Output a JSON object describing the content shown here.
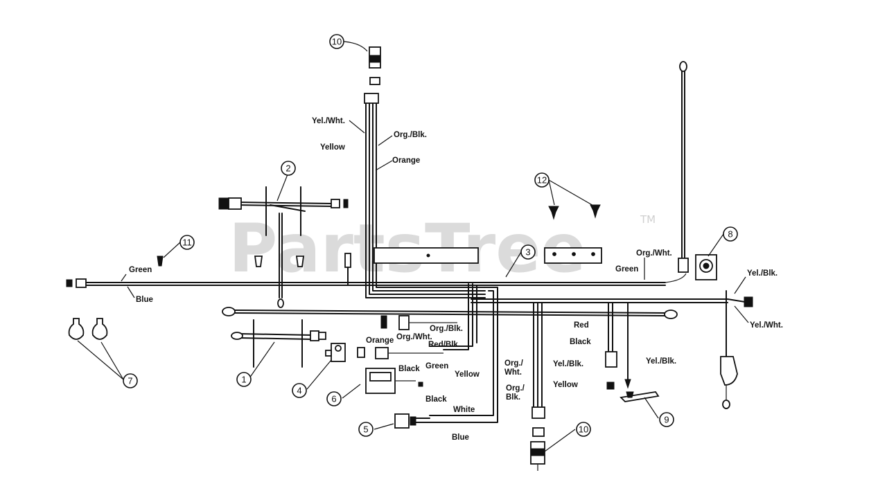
{
  "watermark": {
    "text": "PartsTree",
    "tm": "TM"
  },
  "callouts": [
    {
      "id": "c10top",
      "num": "10"
    },
    {
      "id": "c2",
      "num": "2"
    },
    {
      "id": "c11",
      "num": "11"
    },
    {
      "id": "c12",
      "num": "12"
    },
    {
      "id": "c3",
      "num": "3"
    },
    {
      "id": "c8",
      "num": "8"
    },
    {
      "id": "c1",
      "num": "1"
    },
    {
      "id": "c4",
      "num": "4"
    },
    {
      "id": "c6",
      "num": "6"
    },
    {
      "id": "c7",
      "num": "7"
    },
    {
      "id": "c5",
      "num": "5"
    },
    {
      "id": "c10bot",
      "num": "10"
    },
    {
      "id": "c9",
      "num": "9"
    }
  ],
  "wire_labels": {
    "yel_wht_top": "Yel./Wht.",
    "org_blk_top": "Org./Blk.",
    "yellow_top": "Yellow",
    "orange_top": "Orange",
    "green_left": "Green",
    "blue_left": "Blue",
    "org_wht_right": "Org./Wht.",
    "green_right": "Green",
    "yel_blk_right": "Yel./Blk.",
    "yel_wht_right": "Yel./Wht.",
    "org_blk_mid": "Org./Blk.",
    "org_wht_mid": "Org./Wht.",
    "orange_mid": "Orange",
    "red_blk_mid": "Red/Blk.",
    "black_mid": "Black",
    "green_mid": "Green",
    "yellow_mid": "Yellow",
    "black_low": "Black",
    "white_low": "White",
    "blue_low": "Blue",
    "org_wht_low_1": "Org./",
    "org_wht_low_2": "Wht.",
    "yel_blk_low": "Yel./Blk.",
    "yellow_low": "Yellow",
    "org_blk_low_1": "Org./",
    "org_blk_low_2": "Blk.",
    "red_right": "Red",
    "black_right": "Black",
    "yel_blk_right_low": "Yel./Blk."
  }
}
